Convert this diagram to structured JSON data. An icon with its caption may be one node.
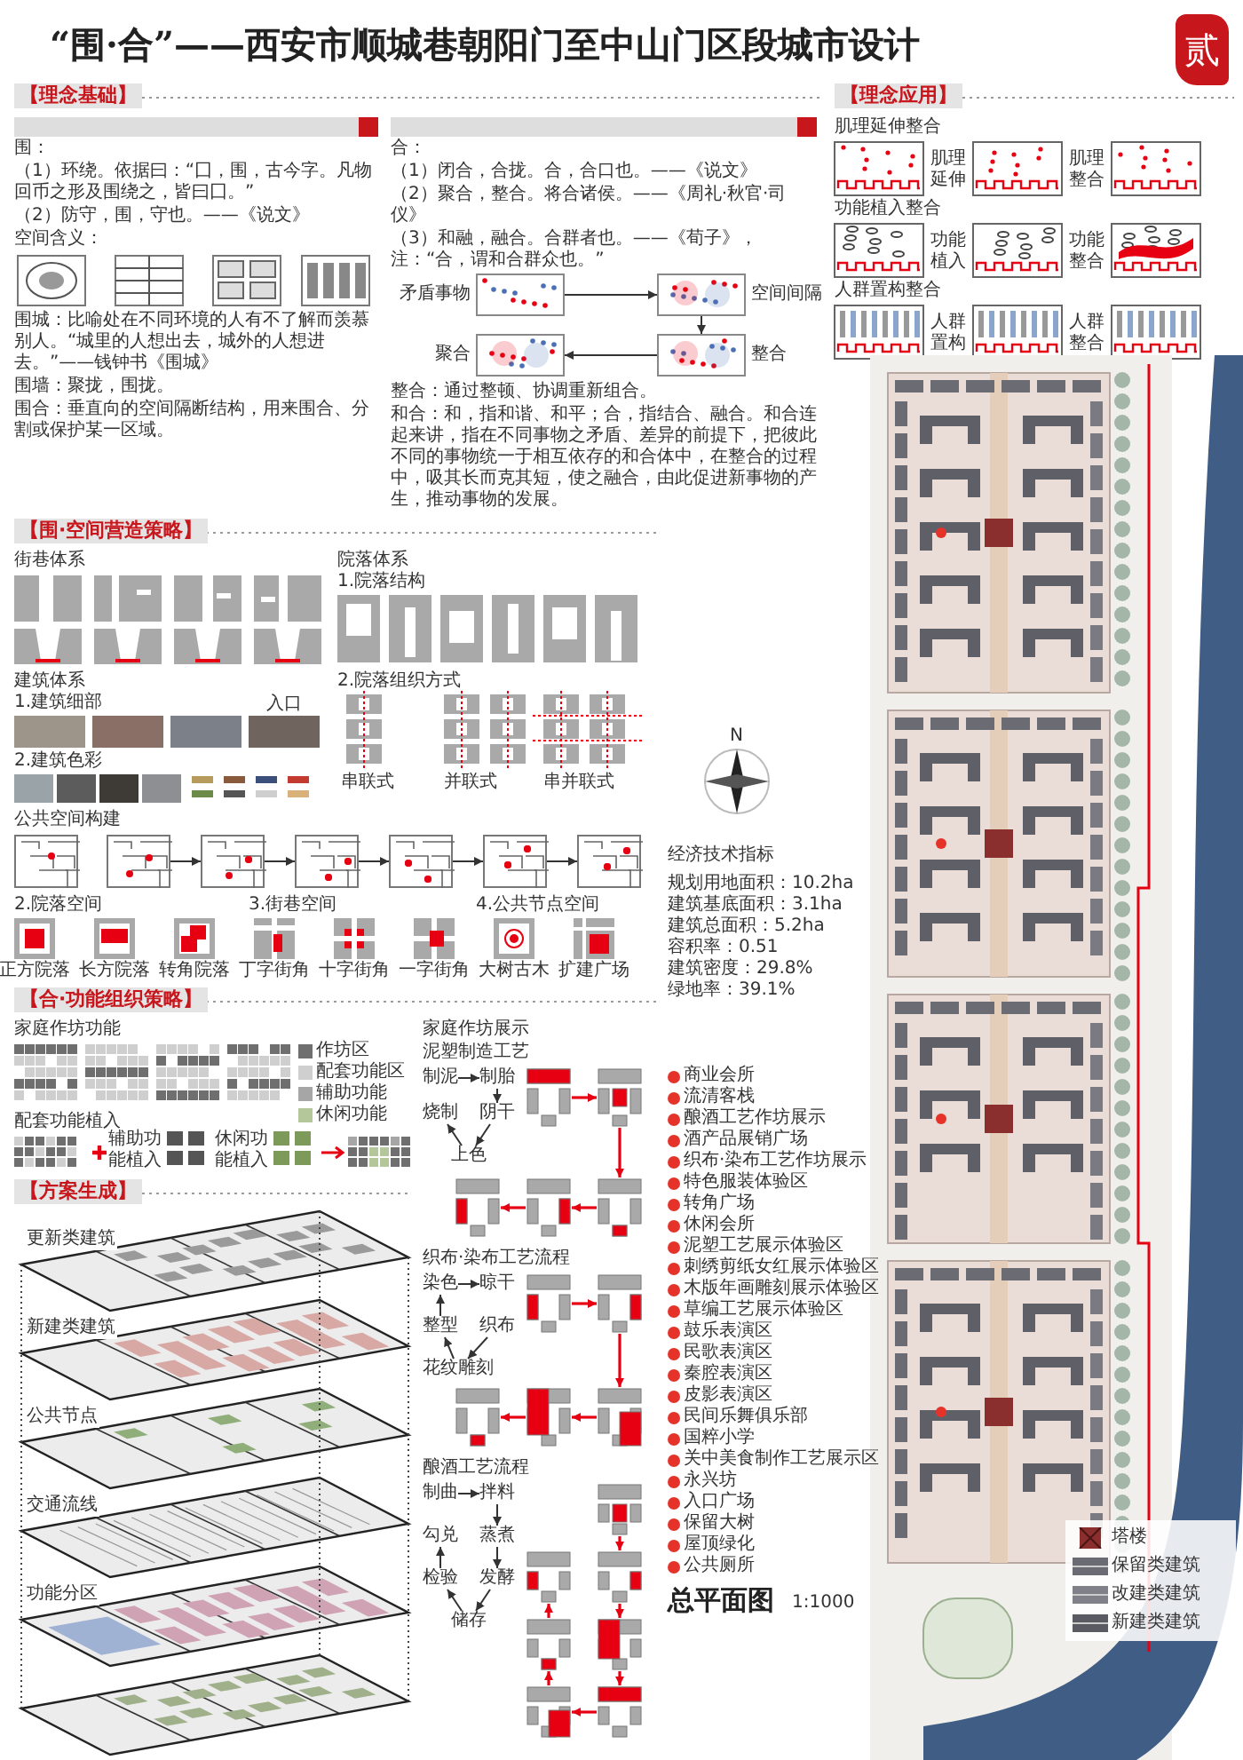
{
  "diagram": {
    "title": "“围·合”——西安市顺城巷朝阳门至中山门区段城市设计",
    "nodes": [
      {
        "text": [],
        "shape": "picture",
        "beside": [
          "矛盾事物"
        ]
      },
      {
        "text": [],
        "shape": "picture",
        "beside": [
          "空间间隔"
        ]
      },
      {
        "text": [],
        "shape": "picture",
        "beside": [
          "聚合"
        ]
      },
      {
        "text": [],
        "shape": "picture",
        "beside": [
          "整合"
        ]
      },
      {
        "text": [],
        "shape": "picture"
      },
      {
        "text": [],
        "shape": "picture"
      },
      {
        "text": [],
        "shape": "picture"
      },
      {
        "text": [],
        "shape": "picture"
      },
      {
        "text": [],
        "shape": "picture"
      },
      {
        "text": [],
        "shape": "picture"
      },
      {
        "text": [],
        "shape": "picture"
      },
      {
        "text": [
          "制泥"
        ]
      },
      {
        "text": [
          "制胎"
        ]
      },
      {
        "text": [
          "烧制"
        ]
      },
      {
        "text": [
          "阴干"
        ]
      },
      {
        "text": [
          "上色"
        ]
      },
      {
        "text": [],
        "shape": "picture"
      },
      {
        "text": [],
        "shape": "picture"
      },
      {
        "text": [],
        "shape": "picture"
      },
      {
        "text": [],
        "shape": "picture"
      },
      {
        "text": [],
        "shape": "picture"
      },
      {
        "text": [
          "染色"
        ]
      },
      {
        "text": [
          "晾干"
        ]
      },
      {
        "text": [
          "整型"
        ]
      },
      {
        "text": [
          "织布"
        ]
      },
      {
        "text": [
          "花纹雕刻"
        ]
      },
      {
        "text": [],
        "shape": "picture"
      },
      {
        "text": [],
        "shape": "picture"
      },
      {
        "text": [],
        "shape": "picture"
      },
      {
        "text": [],
        "shape": "picture"
      },
      {
        "text": [],
        "shape": "picture"
      },
      {
        "text": [
          "制曲"
        ]
      },
      {
        "text": [
          "拌料"
        ]
      },
      {
        "text": [
          "勾兑"
        ]
      },
      {
        "text": [
          "蒸煮"
        ]
      },
      {
        "text": [
          "检验"
        ]
      },
      {
        "text": [
          "发酵"
        ]
      },
      {
        "text": [
          "储存"
        ]
      },
      {
        "text": [],
        "shape": "picture"
      },
      {
        "text": [],
        "shape": "picture"
      },
      {
        "text": [],
        "shape": "picture"
      },
      {
        "text": [],
        "shape": "picture"
      },
      {
        "text": [],
        "shape": "picture"
      },
      {
        "text": [],
        "shape": "picture"
      },
      {
        "text": [],
        "shape": "picture"
      }
    ],
    "edges": [
      {
        "from": 0,
        "to": 1,
        "arrow": "to"
      },
      {
        "from": 1,
        "to": 3,
        "arrow": "to"
      },
      {
        "from": 3,
        "to": 2,
        "arrow": "to"
      },
      {
        "from": 5,
        "to": 6,
        "arrow": "to"
      },
      {
        "from": 6,
        "to": 7,
        "arrow": "to"
      },
      {
        "from": 7,
        "to": 8,
        "arrow": "to"
      },
      {
        "from": 8,
        "to": 9,
        "arrow": "to"
      },
      {
        "from": 9,
        "to": 10,
        "arrow": "to"
      },
      {
        "from": 11,
        "to": 12,
        "arrow": "to"
      },
      {
        "from": 12,
        "to": 14,
        "arrow": "to"
      },
      {
        "from": 14,
        "to": 15,
        "arrow": "to"
      },
      {
        "from": 15,
        "to": 13,
        "arrow": "to"
      },
      {
        "from": 16,
        "to": 17,
        "arrow": "to",
        "color": "#e60012"
      },
      {
        "from": 17,
        "to": 20,
        "arrow": "to",
        "color": "#e60012"
      },
      {
        "from": 20,
        "to": 19,
        "arrow": "to",
        "color": "#e60012"
      },
      {
        "from": 19,
        "to": 18,
        "arrow": "to",
        "color": "#e60012"
      },
      {
        "from": 23,
        "to": 21,
        "arrow": "to"
      },
      {
        "from": 21,
        "to": 22,
        "arrow": "to"
      },
      {
        "from": 25,
        "to": 23,
        "arrow": "to"
      },
      {
        "from": 24,
        "to": 25,
        "arrow": "to"
      },
      {
        "from": 26,
        "to": 27,
        "arrow": "to",
        "color": "#e60012"
      },
      {
        "from": 27,
        "to": 30,
        "arrow": "to",
        "color": "#e60012"
      },
      {
        "from": 30,
        "to": 29,
        "arrow": "to",
        "color": "#e60012"
      },
      {
        "from": 29,
        "to": 28,
        "arrow": "to",
        "color": "#e60012"
      },
      {
        "from": 31,
        "to": 32,
        "arrow": "to"
      },
      {
        "from": 32,
        "to": 34,
        "arrow": "to"
      },
      {
        "from": 34,
        "to": 36,
        "arrow": "to"
      },
      {
        "from": 36,
        "to": 37,
        "arrow": "to"
      },
      {
        "from": 37,
        "to": 35,
        "arrow": "to"
      },
      {
        "from": 35,
        "to": 33,
        "arrow": "to"
      },
      {
        "from": 38,
        "to": 40,
        "arrow": "to",
        "color": "#e60012"
      },
      {
        "from": 40,
        "to": 42,
        "arrow": "to",
        "color": "#e60012"
      },
      {
        "from": 42,
        "to": 44,
        "arrow": "to",
        "color": "#e60012"
      },
      {
        "from": 44,
        "to": 43,
        "arrow": "to",
        "color": "#e60012"
      },
      {
        "from": 43,
        "to": 41,
        "arrow": "to",
        "color": "#e60012"
      },
      {
        "from": 41,
        "to": 39,
        "arrow": "to",
        "color": "#e60012"
      }
    ],
    "labels": [
      "【理念基础】",
      "【理念应用】",
      "围：",
      "（1）环绕。依据曰：“囗，围，古今字。凡物回币之形及围绕之，皆曰囗。”",
      "（2）防守，围，守也。——《说文》",
      "空间含义：",
      "围城：比喻处在不同环境的人有不了解而羡慕别人。“城里的人想出去，城外的人想进去。”——钱钟书《围城》",
      "围墙：聚拢，围拢。",
      "围合：垂直向的空间隔断结构，用来围合、分割或保护某一区域。",
      "合：",
      "（1）闭合，合拢。合，合口也。——《说文》",
      "（2）聚合，整合。将合诸侯。——《周礼·秋官·司仪》",
      "（3）和融，融合。合群者也。——《荀子》，注：“合，谓和合群众也。”",
      "整合：通过整顿、协调重新组合。",
      "和合：和，指和谐、和平；合，指结合、融合。和合连起来讲，指在不同事物之矛盾、差异的前提下，把彼此不同的事物统一于相互依存的和合体中，在整合的过程中，吸其长而克其短，使之融合，由此促进新事物的产生，推动事物的发展。",
      "肌理延伸整合",
      "肌理延伸",
      "肌理整合",
      "功能植入整合",
      "功能植入",
      "功能整合",
      "人群置构整合",
      "人群置构",
      "人群整合",
      "【围·空间营造策略】",
      "街巷体系",
      "院落体系",
      "1.院落结构",
      "2.院落组织方式",
      "串联式",
      "并联式",
      "串并联式",
      "建筑体系",
      "1.建筑细部",
      "入口",
      "2.建筑色彩",
      "公共空间构建",
      "2.院落空间",
      "3.街巷空间",
      "4.公共节点空间",
      "正方院落",
      "长方院落",
      "转角院落",
      "丁字街角",
      "十字街角",
      "一字街角",
      "大树古木",
      "扩建广场",
      "【合·功能组织策略】",
      "家庭作坊功能",
      "配套功能植入",
      "辅助功能植入",
      "休闲功能植入",
      "家庭作坊展示",
      "泥塑制造工艺",
      "织布·染布工艺流程",
      "酿酒工艺流程",
      "【方案生成】",
      "更新类建筑",
      "新建类建筑",
      "公共节点",
      "交通流线",
      "功能分区",
      "N",
      "经济技术指标",
      "规划用地面积：10.2ha",
      "建筑基底面积：3.1ha",
      "建筑总面积：5.2ha",
      "容积率：0.51",
      "建筑密度：29.8%",
      "绿地率：39.1%",
      "总平面图",
      "1:1000",
      "贰"
    ],
    "legend": [
      {
        "text": "作坊区",
        "color": "#6f6f6f"
      },
      {
        "text": "配套功能区",
        "color": "#cfcfcf"
      },
      {
        "text": "辅助功能",
        "color": "#a6a6a6"
      },
      {
        "text": "休闲功能",
        "color": "#b3c79a"
      },
      {
        "text": "商业会所",
        "color": "#e5332a"
      },
      {
        "text": "流清客栈",
        "color": "#e5332a"
      },
      {
        "text": "酿酒工艺作坊展示",
        "color": "#e5332a"
      },
      {
        "text": "酒产品展销广场",
        "color": "#e5332a"
      },
      {
        "text": "织布·染布工艺作坊展示",
        "color": "#e5332a"
      },
      {
        "text": "特色服装体验区",
        "color": "#e5332a"
      },
      {
        "text": "转角广场",
        "color": "#e5332a"
      },
      {
        "text": "休闲会所",
        "color": "#e5332a"
      },
      {
        "text": "泥塑工艺展示体验区",
        "color": "#e5332a"
      },
      {
        "text": "刺绣剪纸女红展示体验区",
        "color": "#e5332a"
      },
      {
        "text": "木版年画雕刻展示体验区",
        "color": "#e5332a"
      },
      {
        "text": "草编工艺展示体验区",
        "color": "#e5332a"
      },
      {
        "text": "鼓乐表演区",
        "color": "#e5332a"
      },
      {
        "text": "民歌表演区",
        "color": "#e5332a"
      },
      {
        "text": "秦腔表演区",
        "color": "#e5332a"
      },
      {
        "text": "皮影表演区",
        "color": "#e5332a"
      },
      {
        "text": "民间乐舞俱乐部",
        "color": "#e5332a"
      },
      {
        "text": "国粹小学",
        "color": "#e5332a"
      },
      {
        "text": "关中美食制作工艺展示区",
        "color": "#e5332a"
      },
      {
        "text": "永兴坊",
        "color": "#e5332a"
      },
      {
        "text": "入口广场",
        "color": "#e5332a"
      },
      {
        "text": "保留大树",
        "color": "#e5332a"
      },
      {
        "text": "屋顶绿化",
        "color": "#e5332a"
      },
      {
        "text": "公共厕所",
        "color": "#e5332a"
      },
      {
        "text": "塔楼"
      },
      {
        "text": "保留类建筑"
      },
      {
        "text": "改建类建筑"
      },
      {
        "text": "新建类建筑"
      }
    ]
  }
}
